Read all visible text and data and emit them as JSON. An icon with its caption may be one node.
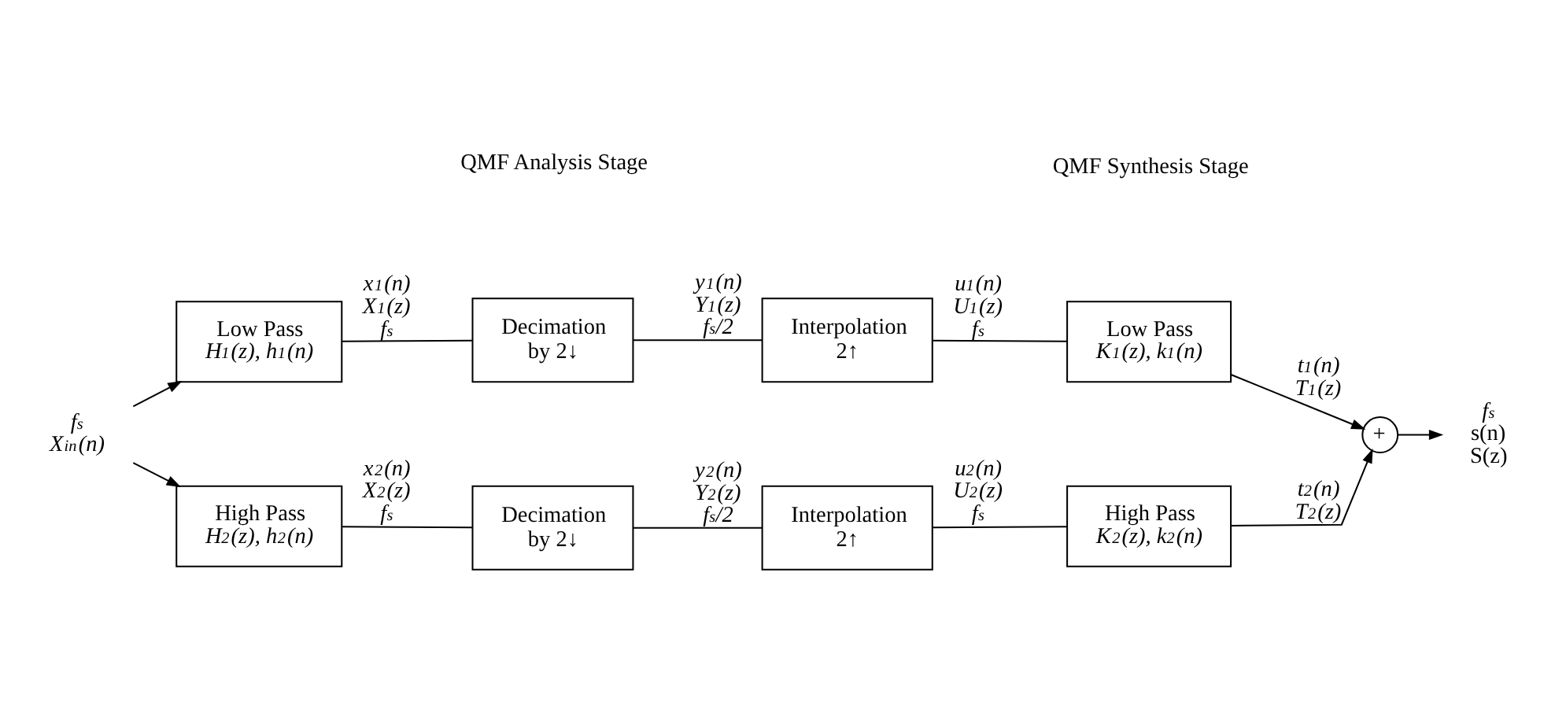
{
  "diagram": {
    "nodes": [
      {
        "text": [
          "f$_{s}$",
          "X$_{in}$(n)"
        ]
      },
      {
        "text": [
          "Low Pass",
          "H$_{1}$(z), h$_{1}$(n)"
        ]
      },
      {
        "text": [
          "Decimation",
          "by 2↓"
        ]
      },
      {
        "text": [
          "Interpolation",
          "2↑"
        ]
      },
      {
        "text": [
          "Low Pass",
          "K$_{1}$(z), k$_{1}$(n)"
        ]
      },
      {
        "text": [
          "High Pass",
          "H$_{2}$(z), h$_{2}$(n)"
        ]
      },
      {
        "text": [
          "Decimation",
          "by 2↓"
        ]
      },
      {
        "text": [
          "Interpolation",
          "2↑"
        ]
      },
      {
        "text": [
          "High Pass",
          "K$_{2}$(z), k$_{2}$(n)"
        ]
      },
      {
        "text": [
          "+"
        ]
      },
      {
        "text": [
          "f$_{s}$",
          "s(n)",
          "S(z)"
        ]
      }
    ],
    "edges": [
      {
        "from": 0,
        "to": 1,
        "arrow": "to"
      },
      {
        "from": 0,
        "to": 5,
        "arrow": "to"
      },
      {
        "from": 1,
        "to": 2,
        "arrow": "none",
        "label": "x$_{1}$(n) X$_{1}$(z) f$_{s}$"
      },
      {
        "from": 2,
        "to": 3,
        "arrow": "none",
        "label": "y$_{1}$(n) Y$_{1}$(z) f$_{s}$/2"
      },
      {
        "from": 3,
        "to": 4,
        "arrow": "none",
        "label": "u$_{1}$(n) U$_{1}$(z) f$_{s}$"
      },
      {
        "from": 4,
        "to": 9,
        "arrow": "to",
        "label": "t$_{1}$(n) T$_{1}$(z)"
      },
      {
        "from": 5,
        "to": 6,
        "arrow": "none",
        "label": "x$_{2}$(n) X$_{2}$(z) f$_{s}$"
      },
      {
        "from": 6,
        "to": 7,
        "arrow": "none",
        "label": "y$_{2}$(n) Y$_{2}$(z) f$_{s}$/2"
      },
      {
        "from": 7,
        "to": 8,
        "arrow": "none",
        "label": "u$_{2}$(n) U$_{2}$(z) f$_{s}$"
      },
      {
        "from": 8,
        "to": 9,
        "arrow": "to",
        "label": "t$_{2}$(n) T$_{2}$(z)"
      },
      {
        "from": 9,
        "to": 10,
        "arrow": "to"
      }
    ],
    "labels": [
      "QMF Analysis Stage",
      "QMF Synthesis Stage"
    ]
  }
}
